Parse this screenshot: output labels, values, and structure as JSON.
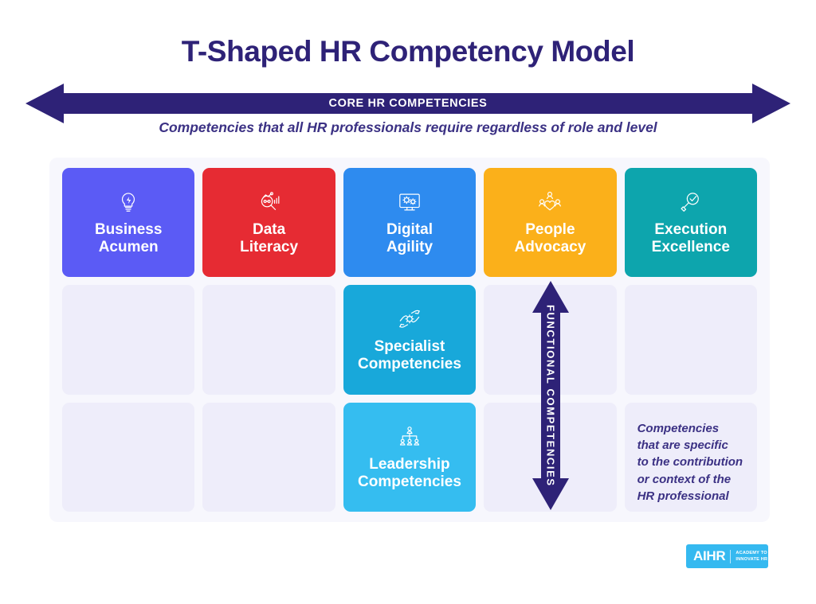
{
  "title": "T-Shaped HR Competency Model",
  "core_band": {
    "label": "CORE HR COMPETENCIES",
    "arrow_icon": "double-headed-horizontal-arrow-icon",
    "color": "#2e2277"
  },
  "subtitle": "Competencies that all HR professionals require regardless of role and level",
  "functional_arrow": {
    "label": "FUNCTIONAL  COMPETENCIES",
    "arrow_icon": "double-headed-vertical-arrow-icon",
    "color": "#2e2277"
  },
  "core_competencies": [
    {
      "label": "Business\nAcumen",
      "icon": "lightbulb-bolt-icon",
      "color": "#5b5bf5"
    },
    {
      "label": "Data\nLiteracy",
      "icon": "magnifier-data-icon",
      "color": "#e62b33"
    },
    {
      "label": "Digital\nAgility",
      "icon": "monitor-gears-icon",
      "color": "#2e8bef"
    },
    {
      "label": "People\nAdvocacy",
      "icon": "people-heart-icon",
      "color": "#fbb01a"
    },
    {
      "label": "Execution\nExcellence",
      "icon": "magnifier-check-icon",
      "color": "#0da5ad"
    }
  ],
  "functional_competencies": [
    {
      "label": "Specialist\nCompetencies",
      "icon": "hands-gear-icon",
      "color": "#18a8da"
    },
    {
      "label": "Leadership\nCompetencies",
      "icon": "org-chart-icon",
      "color": "#35bdf0"
    }
  ],
  "note": "Competencies\nthat are specific\nto the contribution\nor context of the\nHR professional",
  "logo": {
    "main": "AIHR",
    "sub": "ACADEMY TO\nINNOVATE HR",
    "color": "#35b9f0"
  },
  "palette": {
    "deep_purple": "#2e2277",
    "empty_cell": "#eeedfa",
    "panel_bg": "#f7f7fd",
    "page_bg": "#ffffff"
  }
}
